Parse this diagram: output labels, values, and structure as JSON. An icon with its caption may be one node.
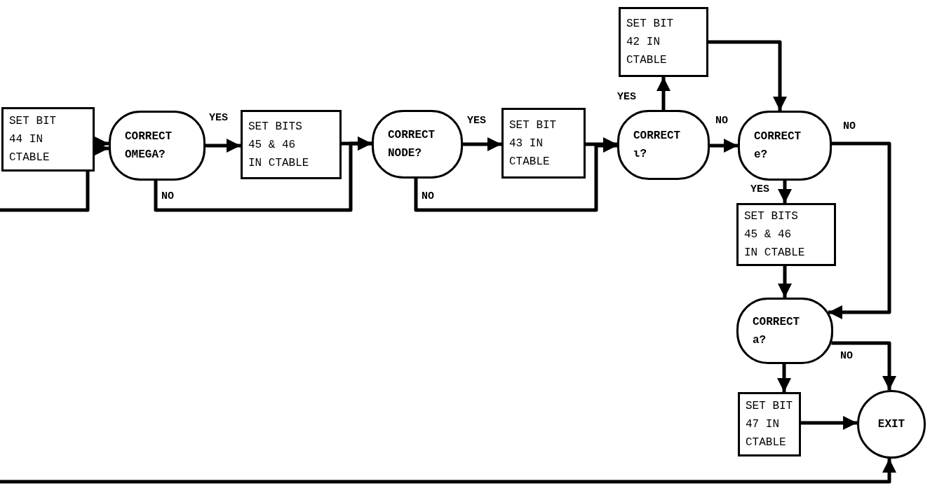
{
  "diagram": {
    "nodes": [
      {
        "text": [
          "SET BIT 44 IN CTABLE"
        ]
      },
      {
        "text": [
          "CORRECT OMEGA?"
        ]
      },
      {
        "text": [
          "SET BITS 45 & 46 IN CTABLE"
        ]
      },
      {
        "text": [
          "CORRECT NODE?"
        ]
      },
      {
        "text": [
          "SET BIT 43 IN CTABLE"
        ]
      },
      {
        "text": [
          "SET BIT 42 IN CTABLE"
        ]
      },
      {
        "text": [
          "CORRECT ι?"
        ]
      },
      {
        "text": [
          "CORRECT e?"
        ]
      },
      {
        "text": [
          "SET BITS 45 & 46 IN CTABLE"
        ]
      },
      {
        "text": [
          "CORRECT a?"
        ]
      },
      {
        "text": [
          "SET BIT 47 IN CTABLE"
        ]
      },
      {
        "text": [
          "EXIT"
        ]
      }
    ],
    "edges": [
      {
        "from": 0,
        "to": 1,
        "arrow": "to"
      },
      {
        "from": null,
        "to": 1,
        "arrow": "to"
      },
      {
        "from": 1,
        "to": 2,
        "arrow": "to",
        "label": "YES"
      },
      {
        "from": 1,
        "to": 3,
        "arrow": "to",
        "label": "NO"
      },
      {
        "from": 2,
        "to": 3,
        "arrow": "to"
      },
      {
        "from": 3,
        "to": 4,
        "arrow": "to",
        "label": "YES"
      },
      {
        "from": 3,
        "to": 6,
        "arrow": "to",
        "label": "NO"
      },
      {
        "from": 4,
        "to": 6,
        "arrow": "to"
      },
      {
        "from": 6,
        "to": 5,
        "arrow": "to",
        "label": "YES"
      },
      {
        "from": 6,
        "to": 7,
        "arrow": "to",
        "label": "NO"
      },
      {
        "from": 5,
        "to": 7,
        "arrow": "to"
      },
      {
        "from": 7,
        "to": 8,
        "arrow": "to",
        "label": "YES"
      },
      {
        "from": 7,
        "to": 9,
        "arrow": "to",
        "label": "NO"
      },
      {
        "from": 8,
        "to": 9,
        "arrow": "to"
      },
      {
        "from": 9,
        "to": 10,
        "arrow": "to"
      },
      {
        "from": 9,
        "to": 11,
        "arrow": "to",
        "label": "NO"
      },
      {
        "from": 10,
        "to": 11,
        "arrow": "to"
      },
      {
        "from": null,
        "to": 11,
        "arrow": "to"
      }
    ]
  }
}
